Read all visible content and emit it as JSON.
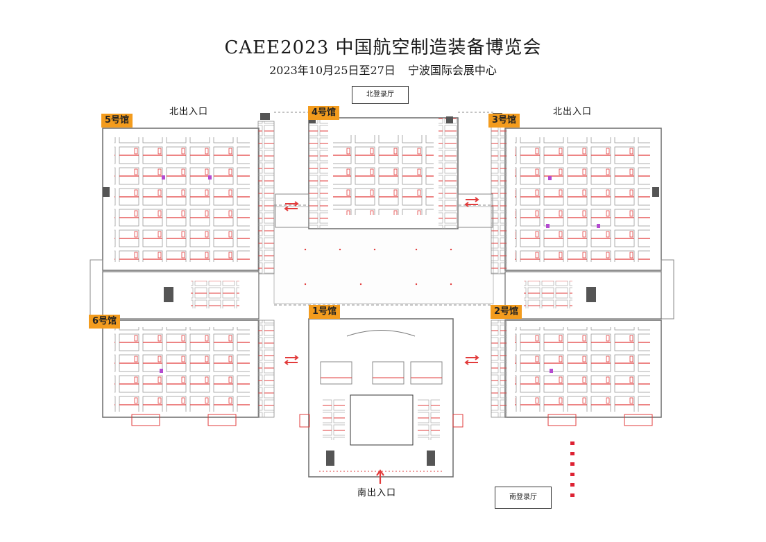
{
  "header": {
    "title": "CAEE2023 中国航空制造装备博览会",
    "date": "2023年10月25日至27日",
    "venue": "宁波国际会展中心"
  },
  "lobbies": {
    "north": "北登录厅",
    "south": "南登录厅"
  },
  "entrances": {
    "north_left": "北出入口",
    "north_right": "北出入口",
    "south": "南出入口"
  },
  "halls": {
    "hall1": "1号馆",
    "hall2": "2号馆",
    "hall3": "3号馆",
    "hall4": "4号馆",
    "hall5": "5号馆",
    "hall6": "6号馆"
  },
  "colors": {
    "hall_tag": "#f39c1e",
    "booth_red": "#e23b3b",
    "wall_gray": "#6b6b6b",
    "accent_magenta": "#b44bd0"
  },
  "icons": {
    "connector_arrows": "arrow-left-right-icon",
    "south_arrow": "arrow-up-icon"
  }
}
